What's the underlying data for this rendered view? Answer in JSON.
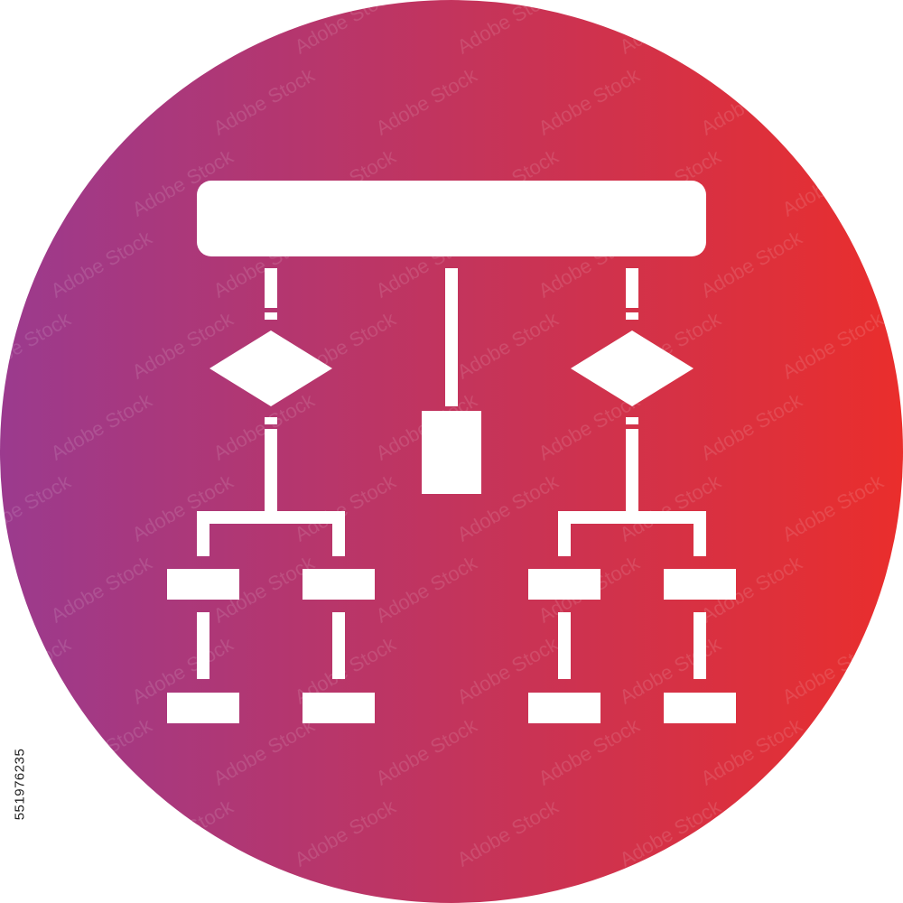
{
  "artwork": {
    "name": "flowchart icon",
    "gradient_start": "#9b3a8e",
    "gradient_end": "#ea2e2c",
    "foreground": "#ffffff"
  },
  "stock_id": "551976235",
  "watermark_text": "Adobe Stock"
}
